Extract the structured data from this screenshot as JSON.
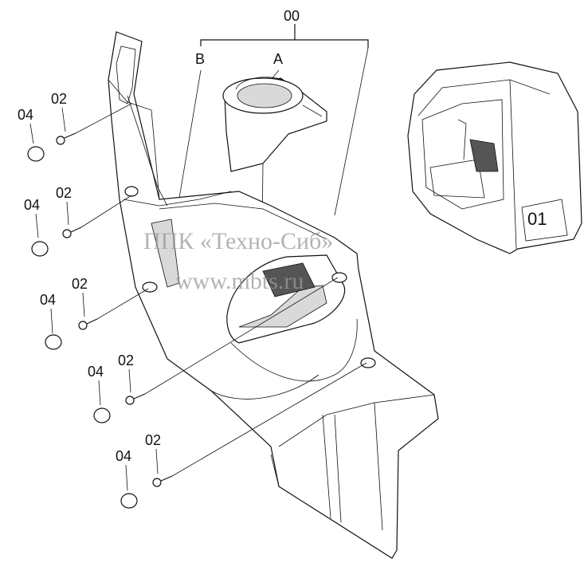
{
  "labels": {
    "assembly": "00",
    "sub_a": "A",
    "sub_b": "B",
    "screw": "02",
    "cap": "04",
    "cab_ref": "01"
  },
  "watermark": {
    "line1": "ППК «Техно-Сиб»",
    "line2": "www.mbts.ru"
  }
}
